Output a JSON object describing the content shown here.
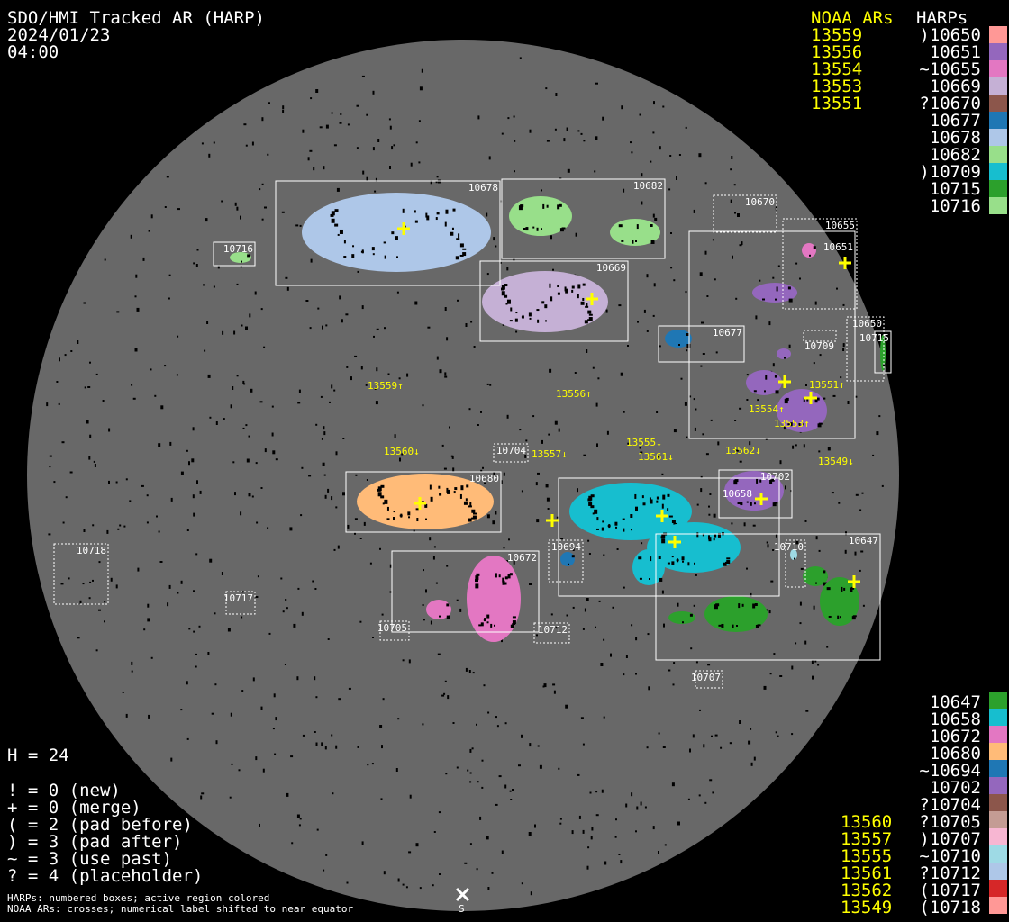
{
  "header": {
    "title": "SDO/HMI Tracked AR (HARP)",
    "date": "2024/01/23",
    "time": "04:00"
  },
  "legend_top": {
    "noaa_header": "NOAA ARs",
    "harps_header": "HARPs",
    "noaa": [
      "13559",
      "13556",
      "13554",
      "13553",
      "13551"
    ],
    "harps": [
      {
        "label": ")10650",
        "color": "#ff9896"
      },
      {
        "label": "10651",
        "color": "#9467bd"
      },
      {
        "label": "~10655",
        "color": "#e377c2"
      },
      {
        "label": "10669",
        "color": "#c5b0d5"
      },
      {
        "label": "?10670",
        "color": "#8c564b"
      },
      {
        "label": "10677",
        "color": "#1f77b4"
      },
      {
        "label": "10678",
        "color": "#aec7e8"
      },
      {
        "label": "10682",
        "color": "#98df8a"
      },
      {
        "label": ")10709",
        "color": "#17becf"
      },
      {
        "label": "10715",
        "color": "#2ca02c"
      },
      {
        "label": "10716",
        "color": "#98df8a"
      }
    ]
  },
  "legend_bottom": {
    "harps": [
      {
        "label": "10647",
        "color": "#2ca02c"
      },
      {
        "label": "10658",
        "color": "#17becf"
      },
      {
        "label": "10672",
        "color": "#e377c2"
      },
      {
        "label": "10680",
        "color": "#ffbb78"
      },
      {
        "label": "~10694",
        "color": "#1f77b4"
      },
      {
        "label": "10702",
        "color": "#9467bd"
      },
      {
        "label": "?10704",
        "color": "#8c564b"
      },
      {
        "label": "?10705",
        "color": "#c49c94"
      },
      {
        "label": ")10707",
        "color": "#f7b6d2"
      },
      {
        "label": "~10710",
        "color": "#9edae5"
      },
      {
        "label": "?10712",
        "color": "#aec7e8"
      },
      {
        "label": "(10717",
        "color": "#d62728"
      },
      {
        "label": "(10718",
        "color": "#ff9896"
      }
    ],
    "noaa": [
      "13560",
      "13557",
      "13555",
      "13561",
      "13562",
      "13549"
    ]
  },
  "stats": {
    "h": "H = 24",
    "flags": [
      "! = 0 (new)",
      "+ = 0 (merge)",
      "( = 2 (pad before)",
      ") = 3 (pad after)",
      "~ = 3 (use past)",
      "? = 4 (placeholder)"
    ]
  },
  "footnotes": [
    "HARPs: numbered boxes; active region colored",
    "NOAA ARs: crosses; numerical label shifted to near equator"
  ],
  "south_marker": "S",
  "disk": {
    "harp_boxes": [
      "10678",
      "10682",
      "10716",
      "10670",
      "10655",
      "10651",
      "10669",
      "10677",
      "10709",
      "10650",
      "10715",
      "10704",
      "10680",
      "10658",
      "10702",
      "10694",
      "10672",
      "10647",
      "10710",
      "10718",
      "10717",
      "10705",
      "10712",
      "10707"
    ],
    "noaa_labels": [
      "13559↑",
      "13556↑",
      "13554↑",
      "13553↑",
      "13551↑",
      "13560↓",
      "13557↓",
      "13555↓",
      "13561↓",
      "13562↓",
      "13549↓"
    ],
    "colors": {
      "disk": "#686868",
      "region_outline": "#ffffff",
      "noaa_cross": "#ffff00"
    }
  }
}
